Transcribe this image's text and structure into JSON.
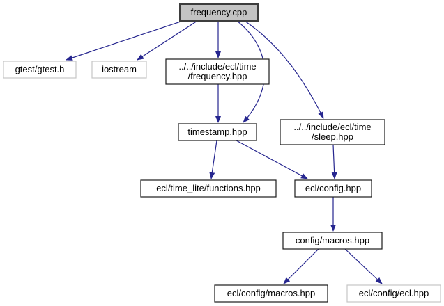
{
  "graph": {
    "kind": "include-dependency-graph",
    "root_file": "frequency.cpp"
  },
  "colors": {
    "background": "#ffffff",
    "edge": "#26268f",
    "node_fill": "#ffffff",
    "current_fill": "#c3c3c3",
    "border_dark": "#1a1a1a",
    "border_current": "#3d3d3d",
    "border_light": "#c6c6c6",
    "text": "#000000"
  },
  "nodes": {
    "frequency_cpp": {
      "label": "frequency.cpp"
    },
    "gtest": {
      "label": "gtest/gtest.h"
    },
    "iostream": {
      "label": "iostream"
    },
    "frequency_hpp": {
      "lines": [
        "../../include/ecl/time",
        "/frequency.hpp"
      ]
    },
    "timestamp_hpp": {
      "label": "timestamp.hpp"
    },
    "sleep_hpp": {
      "lines": [
        "../../include/ecl/time",
        "/sleep.hpp"
      ]
    },
    "functions_hpp": {
      "label": "ecl/time_lite/functions.hpp"
    },
    "ecl_config_hpp": {
      "label": "ecl/config.hpp"
    },
    "config_macros_hpp": {
      "label": "config/macros.hpp"
    },
    "ecl_config_macros_hpp": {
      "label": "ecl/config/macros.hpp"
    },
    "ecl_config_ecl_hpp": {
      "label": "ecl/config/ecl.hpp"
    }
  },
  "edges": [
    {
      "from": "frequency.cpp",
      "to": "gtest/gtest.h"
    },
    {
      "from": "frequency.cpp",
      "to": "iostream"
    },
    {
      "from": "frequency.cpp",
      "to": "../../include/ecl/time/frequency.hpp"
    },
    {
      "from": "frequency.cpp",
      "to": "timestamp.hpp"
    },
    {
      "from": "frequency.cpp",
      "to": "../../include/ecl/time/sleep.hpp"
    },
    {
      "from": "../../include/ecl/time/frequency.hpp",
      "to": "timestamp.hpp"
    },
    {
      "from": "timestamp.hpp",
      "to": "ecl/time_lite/functions.hpp"
    },
    {
      "from": "timestamp.hpp",
      "to": "ecl/config.hpp"
    },
    {
      "from": "../../include/ecl/time/sleep.hpp",
      "to": "ecl/config.hpp"
    },
    {
      "from": "ecl/config.hpp",
      "to": "config/macros.hpp"
    },
    {
      "from": "config/macros.hpp",
      "to": "ecl/config/macros.hpp"
    },
    {
      "from": "config/macros.hpp",
      "to": "ecl/config/ecl.hpp"
    }
  ]
}
